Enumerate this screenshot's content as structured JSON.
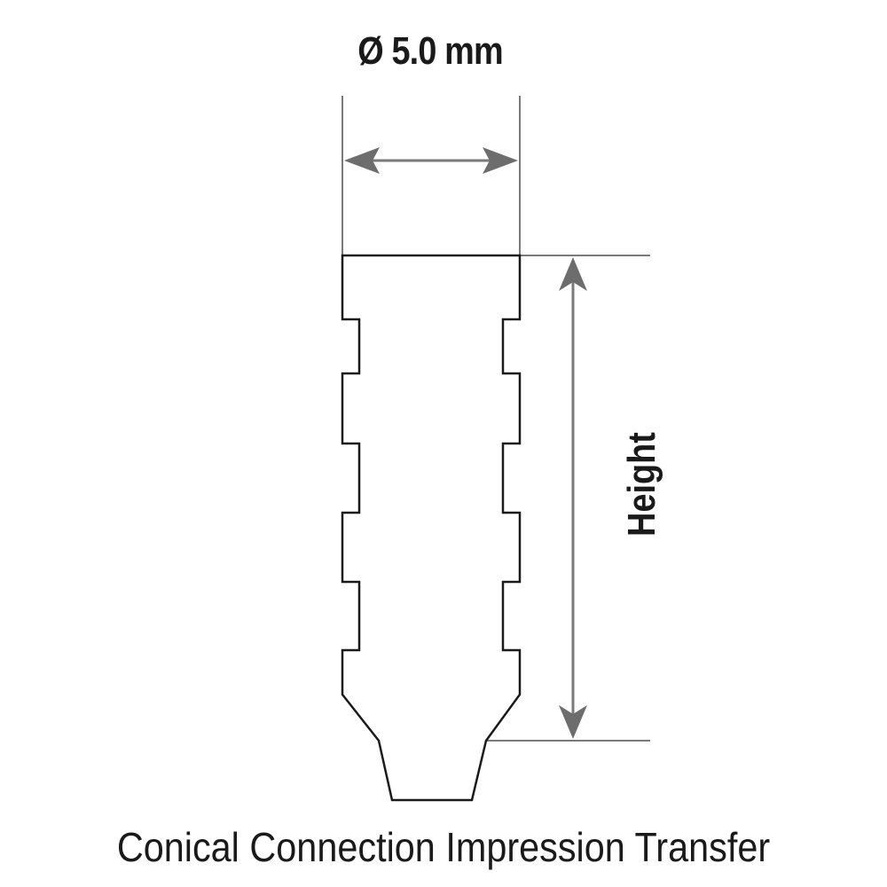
{
  "dimensions": {
    "diameter_label": "Ø 5.0 mm",
    "height_label": "Height"
  },
  "caption": "Conical Connection Impression Transfer",
  "colors": {
    "outline": "#1a1a1a",
    "dimension_lines": "#7a7a7a",
    "arrows": "#6d6d6d",
    "text": "#1a1a1a",
    "background": "#ffffff"
  }
}
